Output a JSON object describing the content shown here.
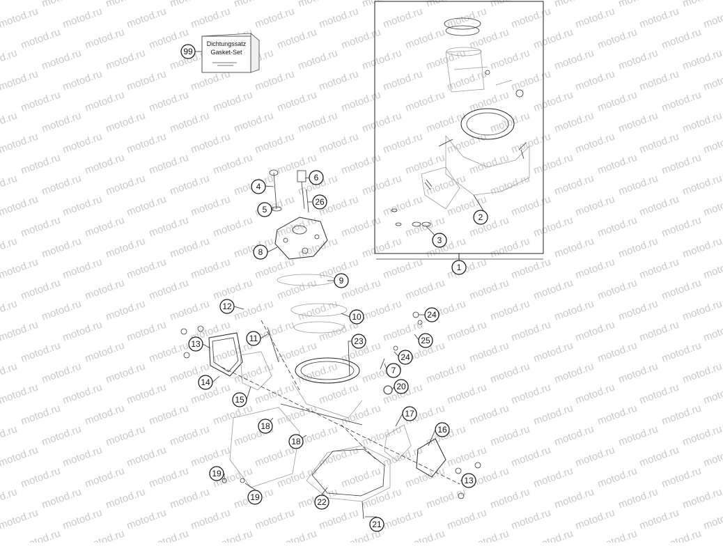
{
  "watermark": "motod.ru",
  "gasket_box": {
    "line1": "Dichtungssatz",
    "line2": "Gasket-Set"
  },
  "callouts": {
    "c99": "99",
    "c1": "1",
    "c2": "2",
    "c3": "3",
    "c4": "4",
    "c5": "5",
    "c6": "6",
    "c26": "26",
    "c8": "8",
    "c9": "9",
    "c12": "12",
    "c10": "10",
    "c24a": "24",
    "c24b": "24",
    "c25": "25",
    "c23": "23",
    "c11": "11",
    "c13a": "13",
    "c13b": "13",
    "c14": "14",
    "c15": "15",
    "c7": "7",
    "c20": "20",
    "c17": "17",
    "c16": "16",
    "c18a": "18",
    "c18b": "18",
    "c19a": "19",
    "c19b": "19",
    "c22": "22",
    "c21": "21"
  }
}
